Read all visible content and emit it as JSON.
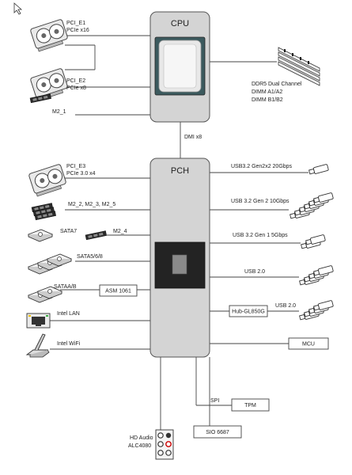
{
  "cpu": {
    "title": "CPU"
  },
  "pch": {
    "title": "PCH"
  },
  "link": {
    "dmi": "DMI x8"
  },
  "cpu_side": {
    "pci_e1": [
      "PCI_E1",
      "PCIe x16"
    ],
    "pci_e2": [
      "PCI_E2",
      "PCIe x8"
    ],
    "m2_1": "M2_1",
    "memory": [
      "DDR5  Dual Channel",
      "DIMM A1/A2",
      "DIMM B1/B2"
    ]
  },
  "pch_left": {
    "pci_e3": [
      "PCI_E3",
      "PCIe 3.0 x4"
    ],
    "m2_group": "M2_2, M2_3, M2_5",
    "sata7": "SATA7",
    "m2_4": "M2_4",
    "sata568": "SATA5/6/8",
    "sataab": "SATAA/B",
    "asm": "ASM 1061",
    "lan": "Intel LAN",
    "wifi": "Intel WiFi",
    "audio": [
      "HD Audio",
      "ALC4080"
    ]
  },
  "pch_right": {
    "usb_gen2x2": "USB3.2 Gen2x2 20Gbps",
    "usb_gen2": "USB 3.2 Gen 2 10Gbps",
    "usb_gen1": "USB 3.2 Gen 1 5Gbps",
    "usb20_a": "USB 2.0",
    "hub": "Hub-GL850G",
    "usb20_b": "USB 2.0",
    "mcu": "MCU",
    "spi": "SPI",
    "tpm": "TPM",
    "sio": "SIO 6687"
  },
  "icons": [
    "cursor-icon",
    "gpu-icon",
    "m2-ssd-icon",
    "ram-stick-icon",
    "usb-stick-icon",
    "sata-drive-icon",
    "ethernet-port-icon",
    "wifi-antenna-icon",
    "audio-jack-icon",
    "cpu-chip-icon",
    "pch-chip-icon"
  ]
}
